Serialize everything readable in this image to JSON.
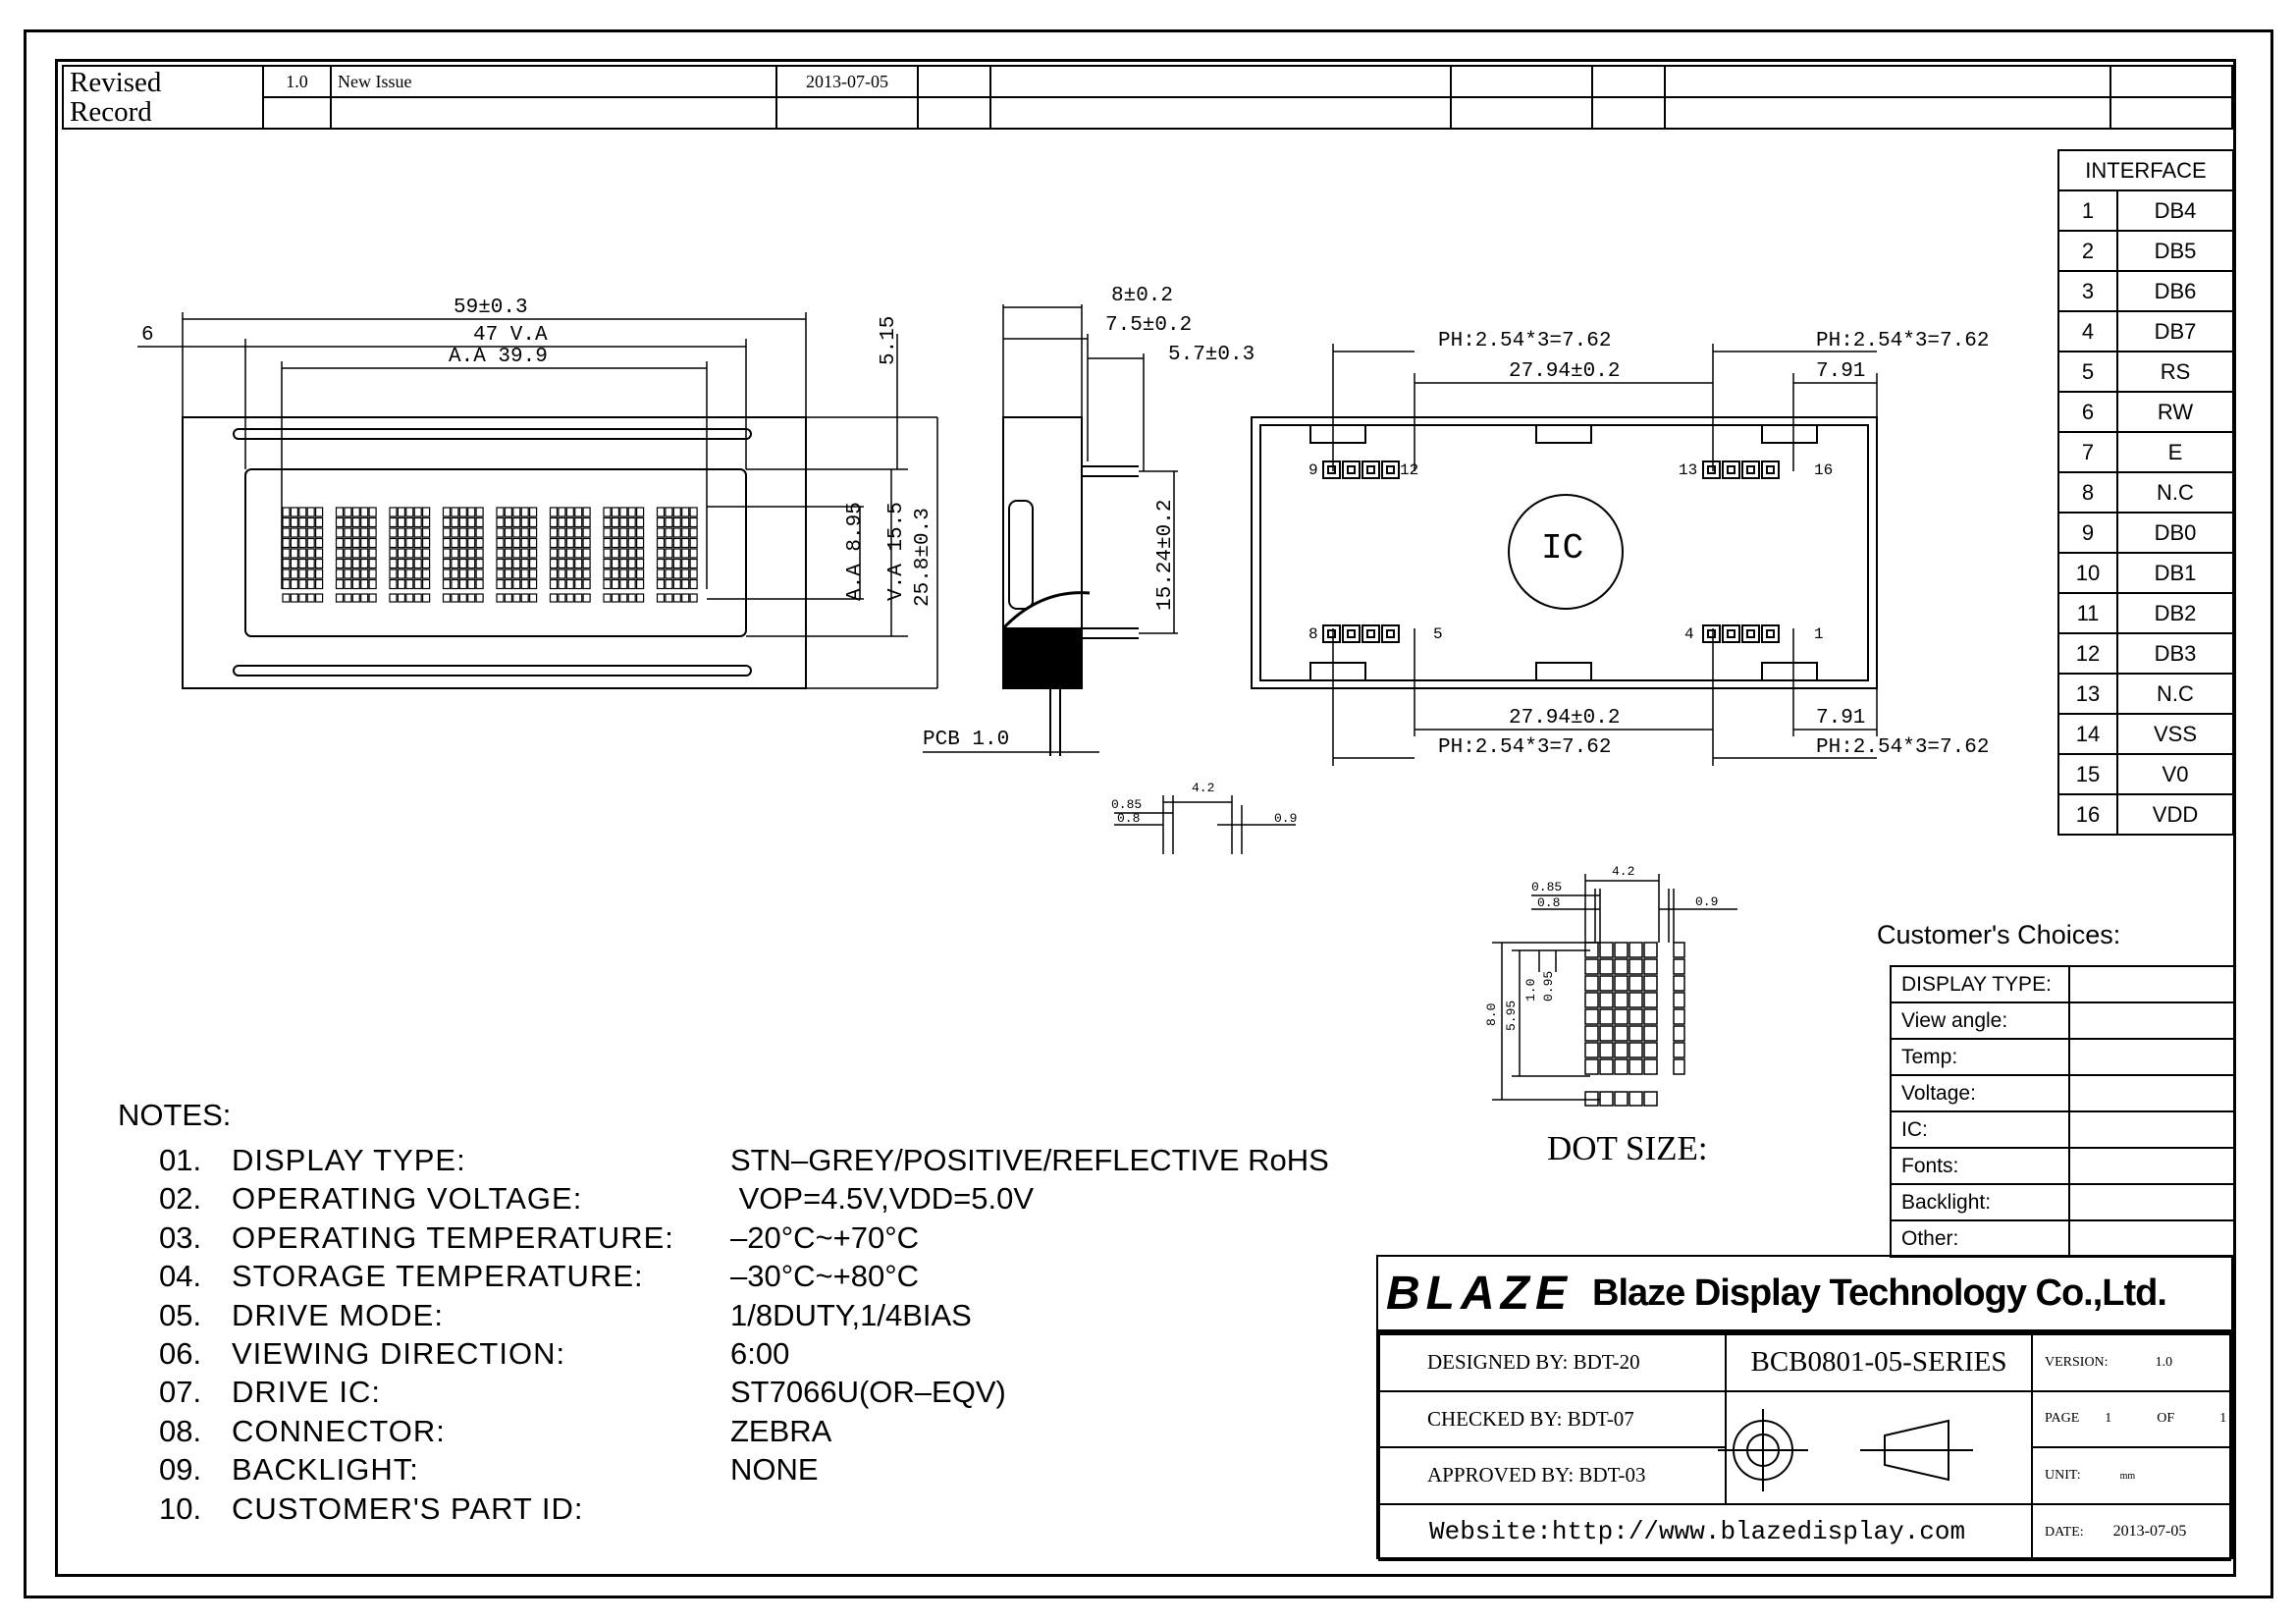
{
  "revision": {
    "label_line1": "Revised",
    "label_line2": "Record",
    "version": "1.0",
    "description": "New Issue",
    "date": "2013-07-05"
  },
  "interface": {
    "header": "INTERFACE",
    "pins": [
      {
        "no": "1",
        "name": "DB4"
      },
      {
        "no": "2",
        "name": "DB5"
      },
      {
        "no": "3",
        "name": "DB6"
      },
      {
        "no": "4",
        "name": "DB7"
      },
      {
        "no": "5",
        "name": "RS"
      },
      {
        "no": "6",
        "name": "RW"
      },
      {
        "no": "7",
        "name": "E"
      },
      {
        "no": "8",
        "name": "N.C"
      },
      {
        "no": "9",
        "name": "DB0"
      },
      {
        "no": "10",
        "name": "DB1"
      },
      {
        "no": "11",
        "name": "DB2"
      },
      {
        "no": "12",
        "name": "DB3"
      },
      {
        "no": "13",
        "name": "N.C"
      },
      {
        "no": "14",
        "name": "VSS"
      },
      {
        "no": "15",
        "name": "V0"
      },
      {
        "no": "16",
        "name": "VDD"
      }
    ]
  },
  "front_view": {
    "dims": {
      "overall_w": "59±0.3",
      "va_w": "47 V.A",
      "aa_w": "A.A 39.9",
      "left_offset": "6",
      "top_offset": "5.15",
      "aa_h": "A.A 8.95",
      "va_h": "V.A 15.5",
      "overall_h": "25.8±0.3"
    },
    "char_count": 8
  },
  "side_view": {
    "dims": {
      "d1": "8±0.2",
      "d2": "7.5±0.2",
      "d3": "5.7±0.3",
      "pin_pitch": "15.24±0.2",
      "pcb": "PCB 1.0"
    }
  },
  "back_view": {
    "ph_label": "PH:2.54*3=7.62",
    "span": "27.94±0.2",
    "edge": "7.91",
    "ic_label": "IC",
    "pins": {
      "tl_a": "9",
      "tl_b": "12",
      "tr_a": "13",
      "tr_b": "16",
      "bl_a": "8",
      "bl_b": "5",
      "br_a": "4",
      "br_b": "1"
    }
  },
  "dot_dims": {
    "w": "4.2",
    "a": "0.85",
    "b": "0.8",
    "c": "0.9",
    "h": "8.0",
    "h2": "5.95",
    "g": "1.0",
    "g2": "0.95"
  },
  "dot_size_label": "DOT SIZE:",
  "customer": {
    "title": "Customer's Choices:",
    "rows": [
      "DISPLAY TYPE:",
      "View angle:",
      "Temp:",
      "Voltage:",
      "IC:",
      "Fonts:",
      "Backlight:",
      "Other:"
    ]
  },
  "notes": {
    "title": "NOTES:",
    "items": [
      {
        "no": "01.",
        "key": "DISPLAY TYPE:",
        "value": "STN–GREY/POSITIVE/REFLECTIVE RoHS"
      },
      {
        "no": "02.",
        "key": "OPERATING VOLTAGE:",
        "value": " VOP=4.5V,VDD=5.0V"
      },
      {
        "no": "03.",
        "key": "OPERATING TEMPERATURE:",
        "value": "–20°C~+70°C"
      },
      {
        "no": "04.",
        "key": "STORAGE TEMPERATURE:",
        "value": "–30°C~+80°C"
      },
      {
        "no": "05.",
        "key": "DRIVE MODE:",
        "value": "1/8DUTY,1/4BIAS"
      },
      {
        "no": "06.",
        "key": "VIEWING DIRECTION:",
        "value": "6:00"
      },
      {
        "no": "07.",
        "key": "DRIVE IC:",
        "value": "ST7066U(OR–EQV)"
      },
      {
        "no": "08.",
        "key": "CONNECTOR:",
        "value": "ZEBRA"
      },
      {
        "no": "09.",
        "key": "BACKLIGHT:",
        "value": "NONE"
      },
      {
        "no": "10.",
        "key": "CUSTOMER'S PART ID:",
        "value": ""
      }
    ]
  },
  "title_block": {
    "logo": "BLAZE",
    "company": "Blaze Display Technology Co.,Ltd.",
    "designed": "DESIGNED BY: BDT-20",
    "checked": "CHECKED BY:  BDT-07",
    "approved": "APPROVED BY: BDT-03",
    "part": "BCB0801-05-SERIES",
    "version_label": "VERSION:",
    "version": "1.0",
    "page_label": "PAGE",
    "page": "1",
    "of_label": "OF",
    "of": "1",
    "unit_label": "UNIT:",
    "unit": "mm",
    "website": "Website:http://www.blazedisplay.com",
    "date_label": "DATE:",
    "date": "2013-07-05"
  }
}
